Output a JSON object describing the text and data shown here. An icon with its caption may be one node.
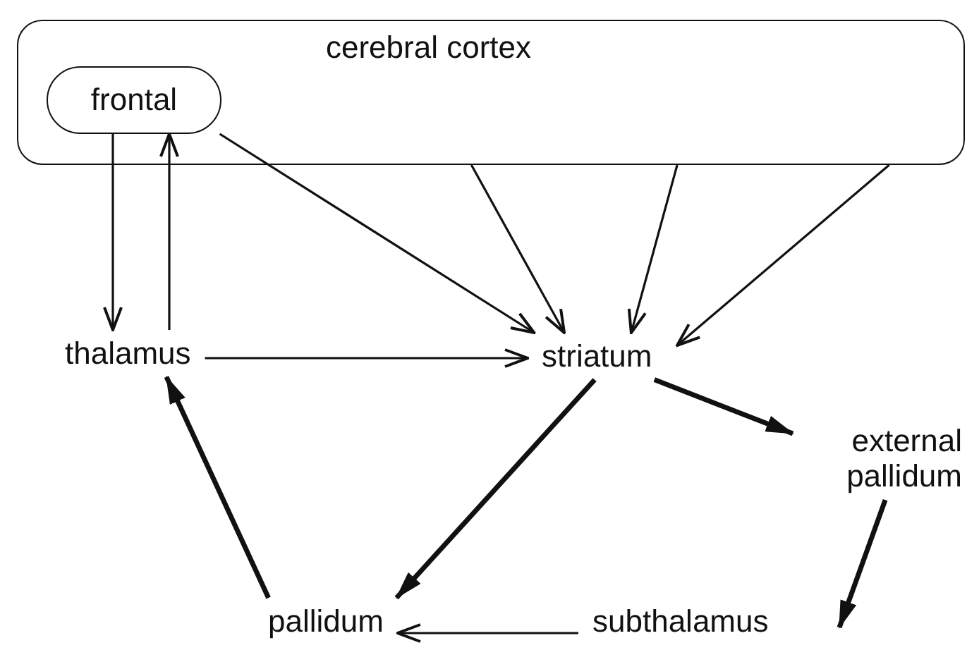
{
  "diagram": {
    "nodes": [
      {
        "text": [
          "cerebral cortex"
        ]
      },
      {
        "text": [
          "frontal"
        ],
        "in": 0
      },
      {
        "text": [
          "thalamus"
        ]
      },
      {
        "text": [
          "striatum"
        ]
      },
      {
        "text": [
          "external pallidum"
        ]
      },
      {
        "text": [
          "pallidum"
        ]
      },
      {
        "text": [
          "subthalamus"
        ]
      }
    ],
    "edges": [
      {
        "from": 1,
        "to": 2,
        "arrow": "to"
      },
      {
        "from": 2,
        "to": 1,
        "arrow": "to"
      },
      {
        "from": 1,
        "to": 3,
        "arrow": "to"
      },
      {
        "from": 0,
        "to": 3,
        "arrow": "to"
      },
      {
        "from": 0,
        "to": 3,
        "arrow": "to"
      },
      {
        "from": 0,
        "to": 3,
        "arrow": "to"
      },
      {
        "from": 2,
        "to": 3,
        "arrow": "to"
      },
      {
        "from": 3,
        "to": 4,
        "arrow": "to",
        "style": "thick"
      },
      {
        "from": 3,
        "to": 5,
        "arrow": "to",
        "style": "thick"
      },
      {
        "from": 4,
        "to": 6,
        "arrow": "to",
        "style": "thick"
      },
      {
        "from": 6,
        "to": 5,
        "arrow": "to"
      },
      {
        "from": 5,
        "to": 2,
        "arrow": "to",
        "style": "thick"
      }
    ]
  }
}
